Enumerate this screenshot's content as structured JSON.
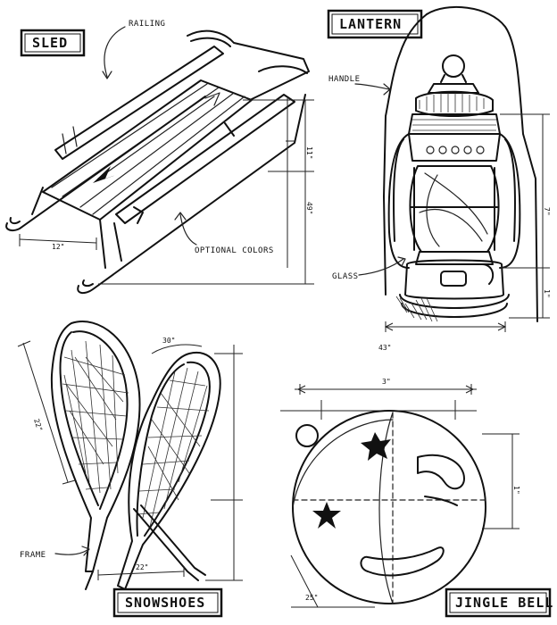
{
  "sled": {
    "title": "SLED",
    "callout_railing": "RAILING",
    "callout_colors": "OPTIONAL COLORS",
    "dim_width": "12\"",
    "dim_height_a": "11\"",
    "dim_height_b": "49\""
  },
  "lantern": {
    "title": "LANTERN",
    "callout_handle": "HANDLE",
    "callout_glass": "GLASS",
    "dim_height_a": "7\"",
    "dim_height_b": "1\"",
    "dim_width": "43\""
  },
  "snowshoes": {
    "title": "SNOWSHOES",
    "callout_frame": "FRAME",
    "dim_length": "22\"",
    "dim_top": "30\"",
    "dim_bottom": "22\""
  },
  "bell": {
    "title": "JINGLE BELL",
    "dim_width": "3\"",
    "dim_height": "1\"",
    "dim_bottom": "25\""
  }
}
